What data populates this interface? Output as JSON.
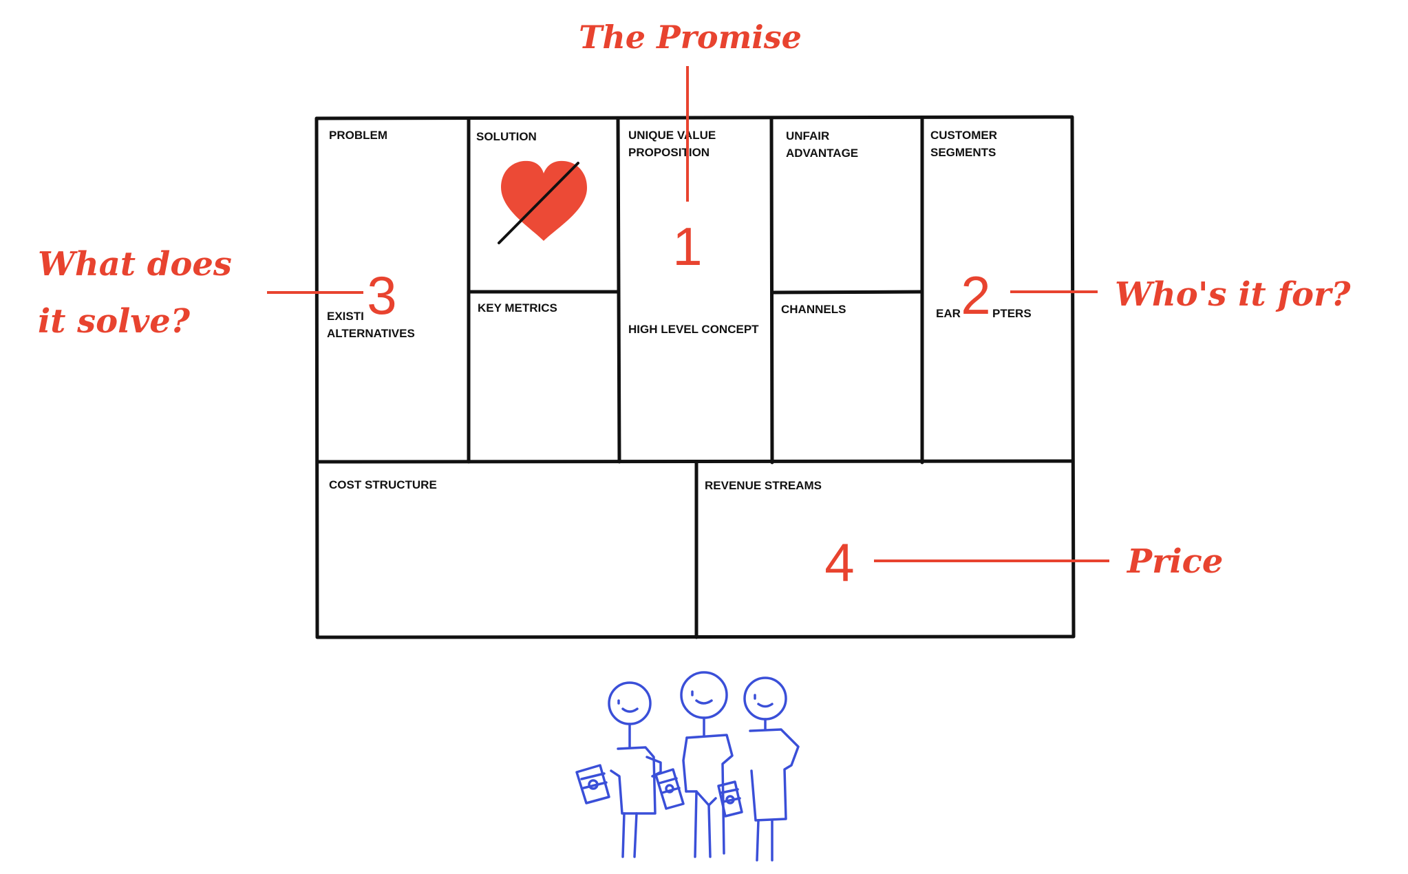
{
  "colors": {
    "annotation": "#e8432f",
    "ink": "#111111",
    "heart": "#ec4a36",
    "people": "#3a4fd8"
  },
  "annotations": {
    "promise": "The Promise",
    "what_line1": "What does",
    "what_line2": "it solve?",
    "who": "Who's it for?",
    "price": "Price",
    "num1": "1",
    "num2": "2",
    "num3": "3",
    "num4": "4"
  },
  "canvas": {
    "problem": "PROBLEM",
    "existing_a": "EXISTI",
    "existing_b": "ALTERNATIVES",
    "solution": "SOLUTION",
    "key_metrics": "KEY  METRICS",
    "uvp_a": "UNIQUE VALUE",
    "uvp_b": "PROPOSITION",
    "high_level": "HIGH LEVEL CONCEPT",
    "unfair_a": "UNFAIR",
    "unfair_b": "ADVANTAGE",
    "channels": "CHANNELS",
    "segments_a": "CUSTOMER",
    "segments_b": "SEGMENTS",
    "early_a": "EAR",
    "early_b": "PTERS",
    "cost": "COST STRUCTURE",
    "revenue": "REVENUE STREAMS"
  },
  "icons": {
    "solution_icon": "heart-crossed-icon",
    "customers_icon": "people-with-money-icon"
  }
}
